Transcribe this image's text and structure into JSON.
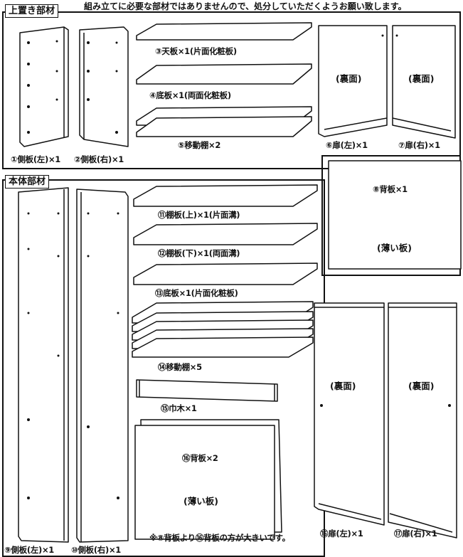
{
  "header_note": "組み立てに必要な部材ではありませんので、処分していただくようお願い致します。",
  "upper_section": {
    "title": "上置き部材",
    "parts": {
      "side_left": "①側板(左)×1",
      "side_right": "②側板(右)×1",
      "top_board": "③天板×1(片面化粧板)",
      "bottom_board": "④底板×1(両面化粧板)",
      "movable_shelf": "⑤移動棚×2",
      "door_left": "⑥扉(左)×1",
      "door_right": "⑦扉(右)×1",
      "back_board": "⑧背板×1"
    },
    "back_face_left": "(裏面)",
    "back_face_right": "(裏面)",
    "thin_board": "(薄い板)"
  },
  "main_section": {
    "title": "本体部材",
    "parts": {
      "side_left": "⑨側板(左)×1",
      "side_right": "⑩側板(右)×1",
      "shelf_upper": "⑪棚板(上)×1(片面溝)",
      "shelf_lower": "⑫棚板(下)×1(両面溝)",
      "bottom_board": "⑬底板×1(片面化粧板)",
      "movable_shelf": "⑭移動棚×5",
      "baseboard": "⑮巾木×1",
      "back_board": "⑯背板×2",
      "door_left": "⑯扉(左)×1",
      "door_right": "⑰扉(右)×1"
    },
    "back_face_left": "(裏面)",
    "back_face_right": "(裏面)",
    "thin_board": "(薄い板)",
    "size_note": "※⑧背板より⑯背板の方が大きいです。"
  }
}
